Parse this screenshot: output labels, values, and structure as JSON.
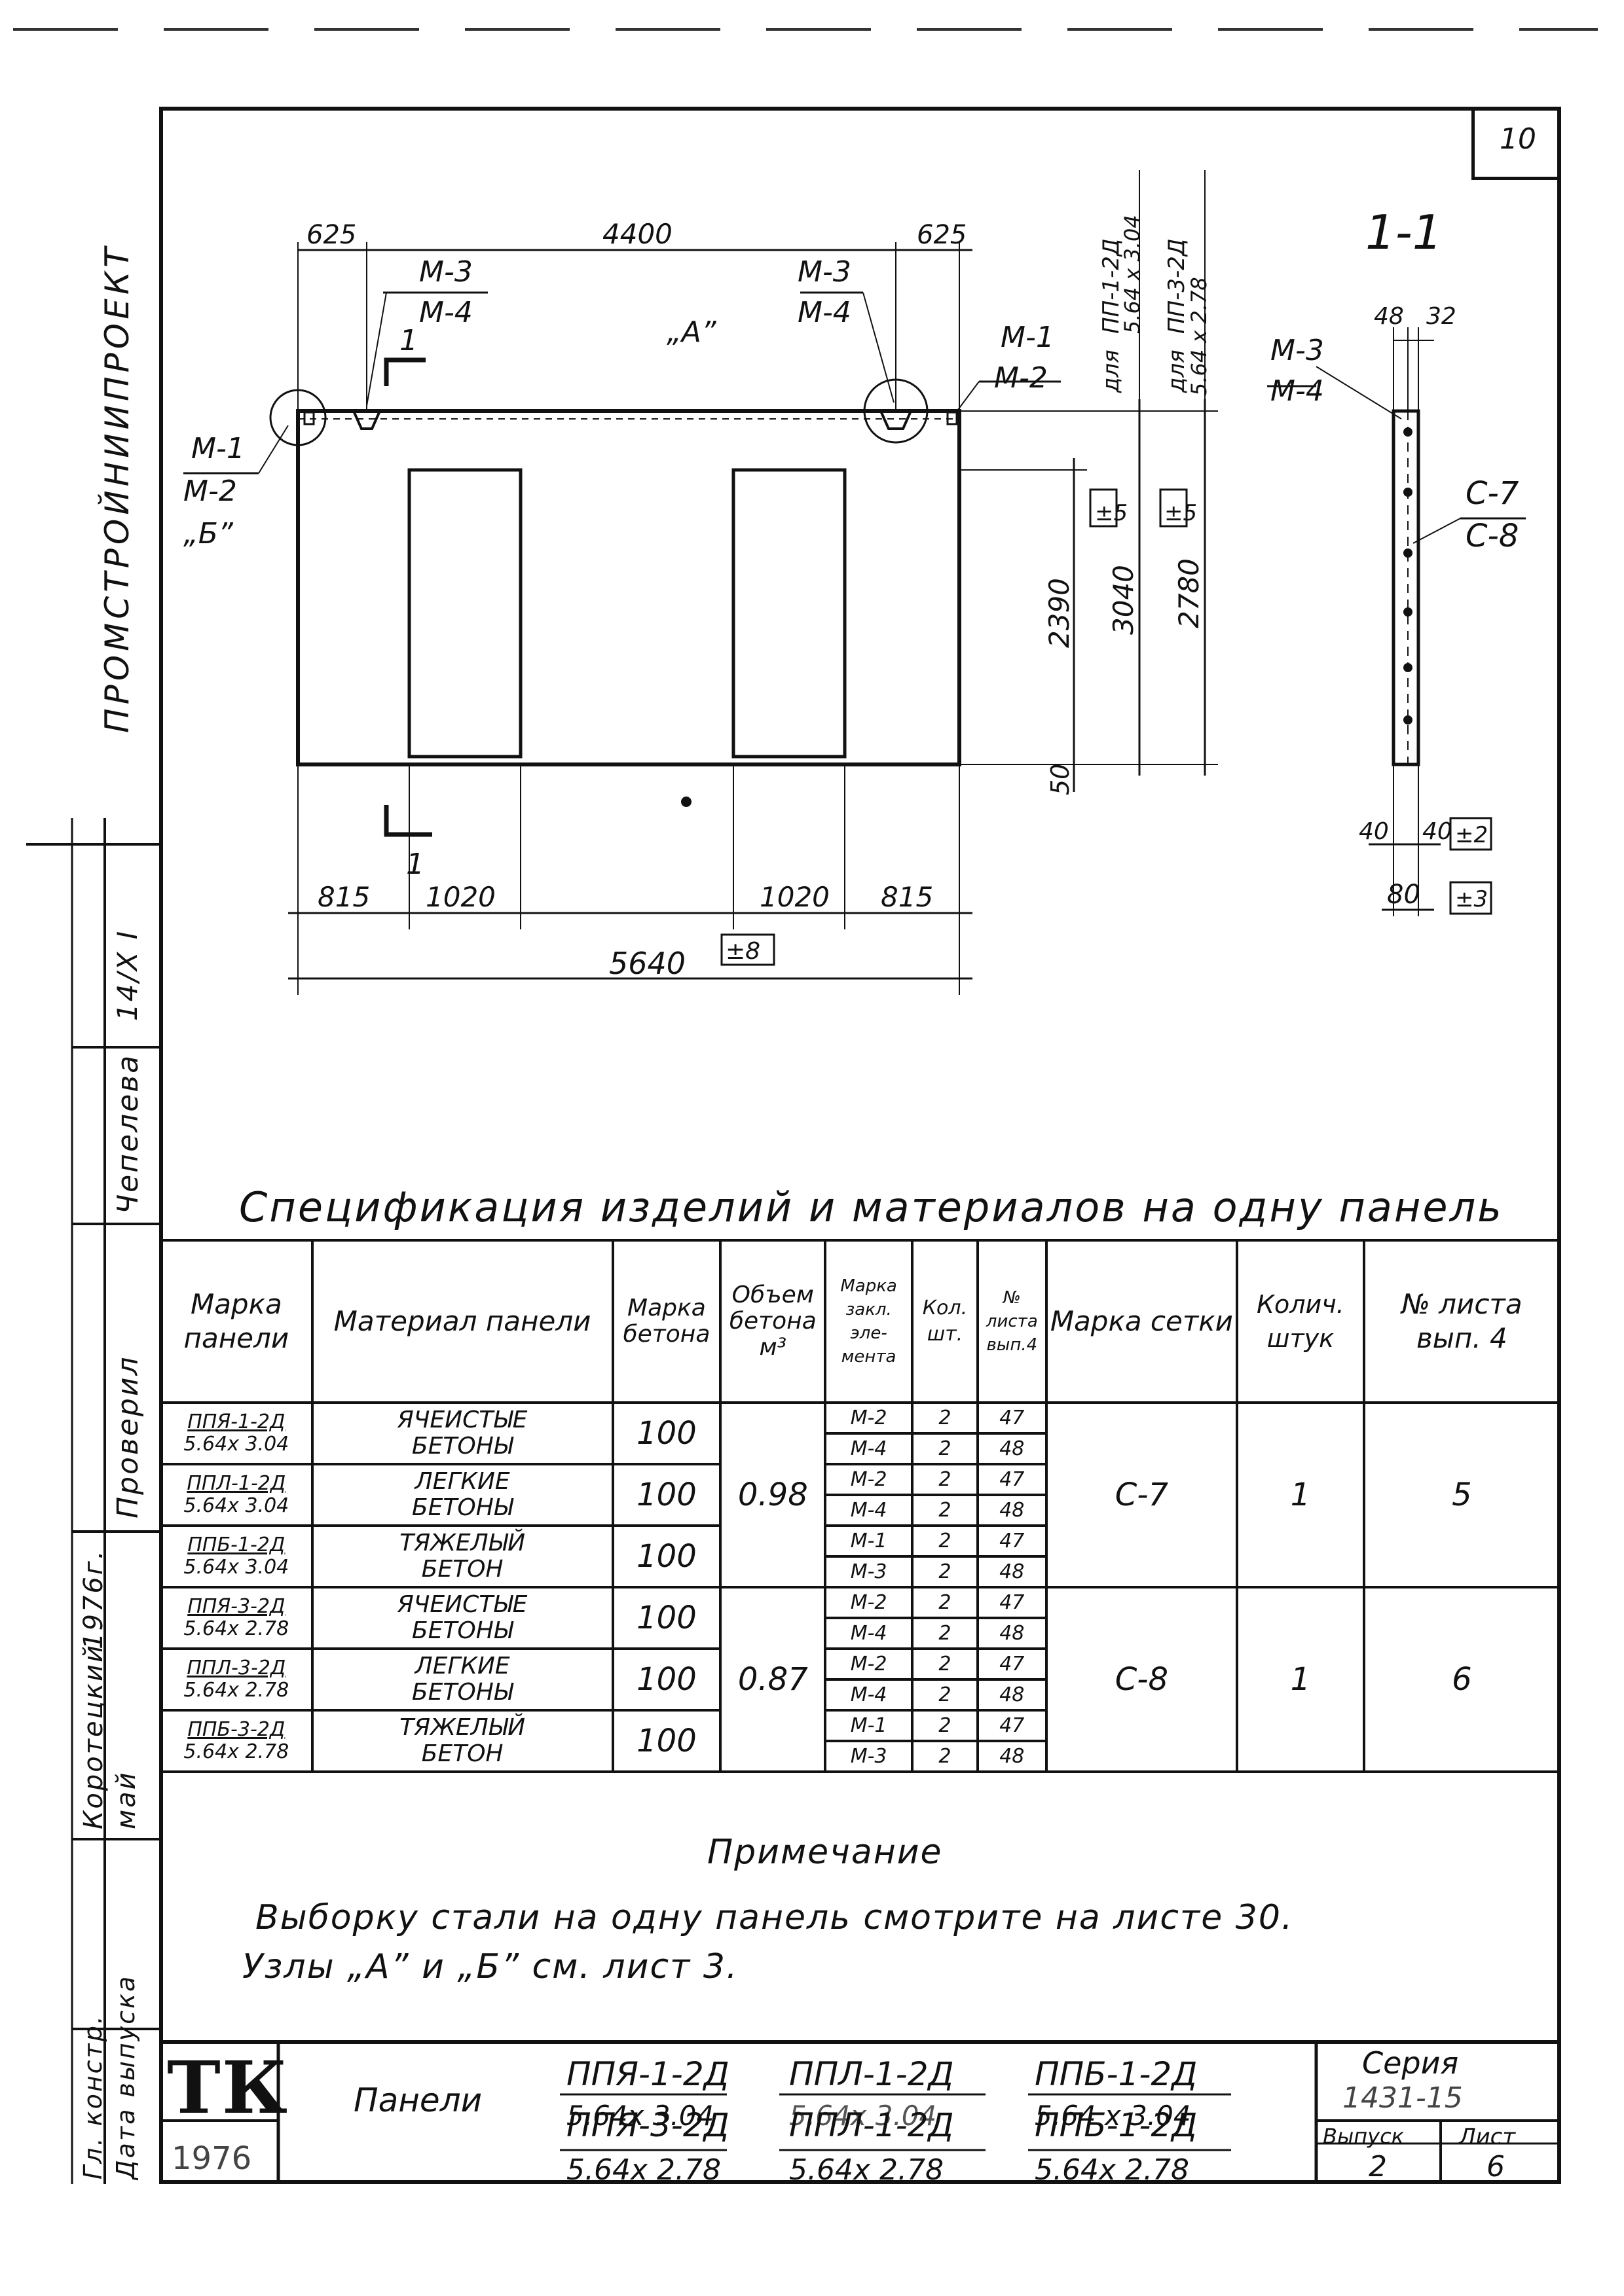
{
  "sheet_number": "10",
  "side_stamp": {
    "org": "ПРОМСТРОЙНИИПРОЕКТ",
    "row1": "Чепелева",
    "row2": "Проверил",
    "row3": "Коротецкий",
    "row4": "Гл. констр.",
    "row5": "Дата выпуска",
    "month": "май",
    "year": "1976г.",
    "sheet_code": "14/Х I"
  },
  "drawing": {
    "section_label": "1-1",
    "dims_top": [
      "625",
      "4400",
      "625"
    ],
    "dims_bottom": [
      "815",
      "1020",
      "1020",
      "815"
    ],
    "total_width": "5640",
    "tol_width": "±8",
    "height_opening": "2390",
    "height_a": "3040",
    "height_b": "2780",
    "bottom_dim": "50",
    "tol_h1": "±5",
    "tol_h2": "±5",
    "label_a": "„А”",
    "label_b": "„Б”",
    "m1": "М-1",
    "m2": "М-2",
    "m3": "М-3",
    "m4": "М-4",
    "cut_mark": "1",
    "for_pp1_a": "для",
    "for_pp1_b": "ПП-1-2Д",
    "for_pp1_c": "5.64 х 3.04",
    "for_pp3_a": "для",
    "for_pp3_b": "ПП-3-2Д",
    "for_pp3_c": "5.64 х 2.78",
    "sec_top_dims": [
      "48",
      "32"
    ],
    "sec_c7": "С-7",
    "sec_c8": "С-8",
    "sec_bottom_dims": [
      "40",
      "40"
    ],
    "sec_tol_1": "±2",
    "sec_width": "80",
    "sec_tol_2": "±3"
  },
  "spec": {
    "title": "Спецификация изделий и материалов на одну панель",
    "headers": {
      "mark_panel": "Марка панели",
      "material": "Материал панели",
      "concrete": "Марка бетона",
      "volume": "Объем бетона м³",
      "embed": "Марка закл. эле-мента",
      "qty": "Кол. шт.",
      "sheet": "№ листа вып.4",
      "mesh": "Марка сетки",
      "mesh_qty": "Колич. штук",
      "mesh_sheet": "№ листа вып. 4"
    },
    "groups": [
      {
        "volume": "0.98",
        "mesh": "С-7",
        "mesh_qty": "1",
        "mesh_sheet": "5",
        "panels": [
          {
            "mark": "ППЯ-1-2Д",
            "size": "5.64х 3.04",
            "material": [
              "ЯЧЕИСТЫЕ",
              "БЕТОНЫ"
            ],
            "concrete": "100",
            "embeds": [
              [
                "М-2",
                "2",
                "47"
              ],
              [
                "М-4",
                "2",
                "48"
              ]
            ]
          },
          {
            "mark": "ППЛ-1-2Д",
            "size": "5.64х 3.04",
            "material": [
              "ЛЕГКИЕ",
              "БЕТОНЫ"
            ],
            "concrete": "100",
            "embeds": [
              [
                "М-2",
                "2",
                "47"
              ],
              [
                "М-4",
                "2",
                "48"
              ]
            ]
          },
          {
            "mark": "ППБ-1-2Д",
            "size": "5.64х 3.04",
            "material": [
              "ТЯЖЕЛЫЙ",
              "БЕТОН"
            ],
            "concrete": "100",
            "embeds": [
              [
                "М-1",
                "2",
                "47"
              ],
              [
                "М-3",
                "2",
                "48"
              ]
            ]
          }
        ]
      },
      {
        "volume": "0.87",
        "mesh": "С-8",
        "mesh_qty": "1",
        "mesh_sheet": "6",
        "panels": [
          {
            "mark": "ППЯ-3-2Д",
            "size": "5.64х 2.78",
            "material": [
              "ЯЧЕИСТЫЕ",
              "БЕТОНЫ"
            ],
            "concrete": "100",
            "embeds": [
              [
                "М-2",
                "2",
                "47"
              ],
              [
                "М-4",
                "2",
                "48"
              ]
            ]
          },
          {
            "mark": "ППЛ-3-2Д",
            "size": "5.64х 2.78",
            "material": [
              "ЛЕГКИЕ",
              "БЕТОНЫ"
            ],
            "concrete": "100",
            "embeds": [
              [
                "М-2",
                "2",
                "47"
              ],
              [
                "М-4",
                "2",
                "48"
              ]
            ]
          },
          {
            "mark": "ППБ-3-2Д",
            "size": "5.64х 2.78",
            "material": [
              "ТЯЖЕЛЫЙ",
              "БЕТОН"
            ],
            "concrete": "100",
            "embeds": [
              [
                "М-1",
                "2",
                "47"
              ],
              [
                "М-3",
                "2",
                "48"
              ]
            ]
          }
        ]
      }
    ]
  },
  "notes": {
    "title": "Примечание",
    "line1": "Выборку стали на одну панель смотрите на листе 30.",
    "line2": "Узлы „А” и „Б” см. лист 3."
  },
  "title_block": {
    "logo": "ТК",
    "year": "1976",
    "label": "Панели",
    "p1_top": "ППЯ-1-2Д",
    "p1_bot": "5.64х 3.04",
    "p2_top": "ППЛ-1-2Д",
    "p2_bot": "5.64х 3.04",
    "p3_top": "ППБ-1-2Д",
    "p3_bot": "5.64 х 3.04",
    "p4_top": "ППЯ-3-2Д",
    "p4_bot": "5.64х 2.78",
    "p5_top": "ППЛ-1-2Д",
    "p5_bot": "5.64х 2.78",
    "p6_top": "ППБ-1-2Д",
    "p6_bot": "5.64х 2.78",
    "series_label": "Серия",
    "series": "1431-15",
    "issue_label": "Выпуск",
    "sheet_label": "Лист",
    "issue": "2",
    "sheet": "6"
  }
}
